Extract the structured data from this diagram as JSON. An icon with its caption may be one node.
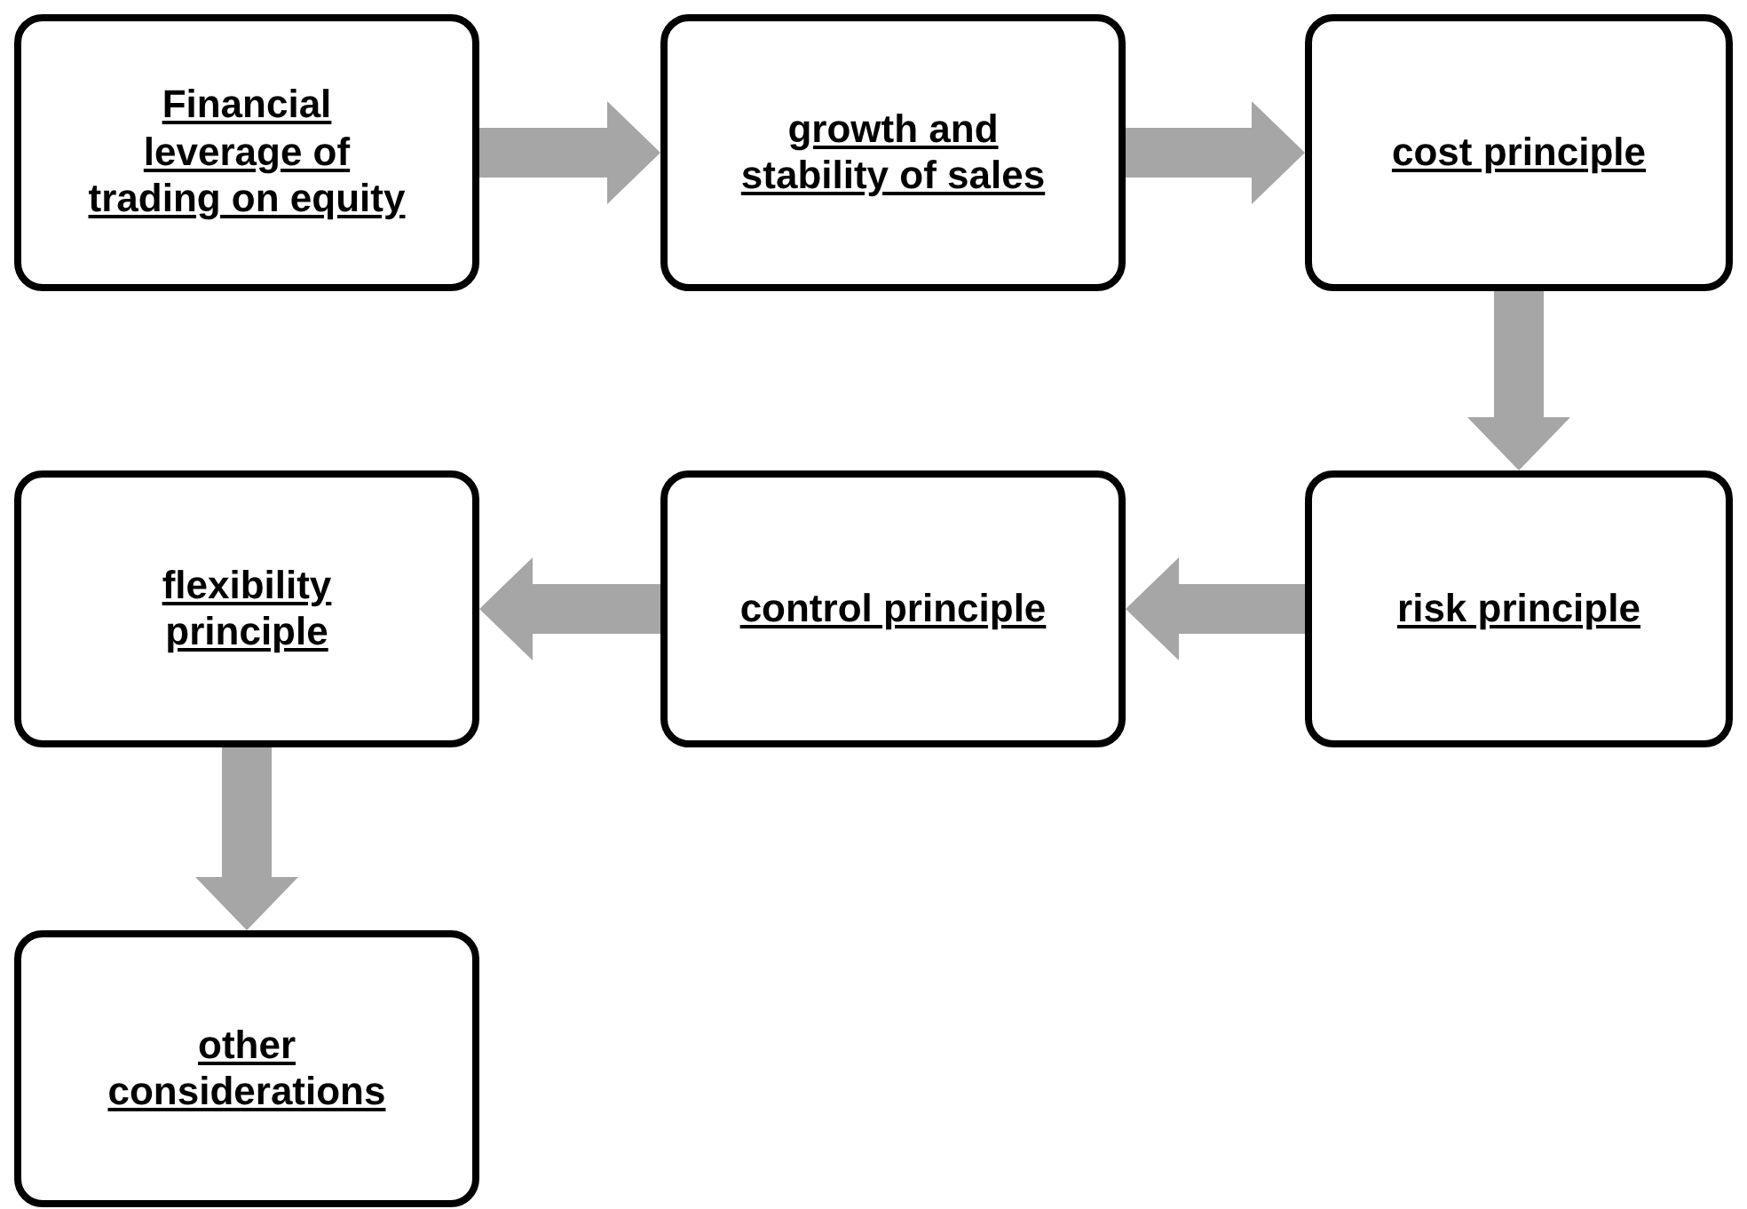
{
  "diagram": {
    "nodes": [
      {
        "text": [
          "Financial leverage of trading on equity"
        ]
      },
      {
        "text": [
          "growth and stability of sales"
        ]
      },
      {
        "text": [
          "cost principle"
        ]
      },
      {
        "text": [
          "risk principle"
        ]
      },
      {
        "text": [
          "control principle"
        ]
      },
      {
        "text": [
          "flexibility principle"
        ]
      },
      {
        "text": [
          "other considerations"
        ]
      }
    ],
    "edges": [
      {
        "from": 0,
        "to": 1,
        "arrow": "to"
      },
      {
        "from": 1,
        "to": 2,
        "arrow": "to"
      },
      {
        "from": 2,
        "to": 3,
        "arrow": "to"
      },
      {
        "from": 3,
        "to": 4,
        "arrow": "to"
      },
      {
        "from": 4,
        "to": 5,
        "arrow": "to"
      },
      {
        "from": 5,
        "to": 6,
        "arrow": "to"
      }
    ]
  }
}
